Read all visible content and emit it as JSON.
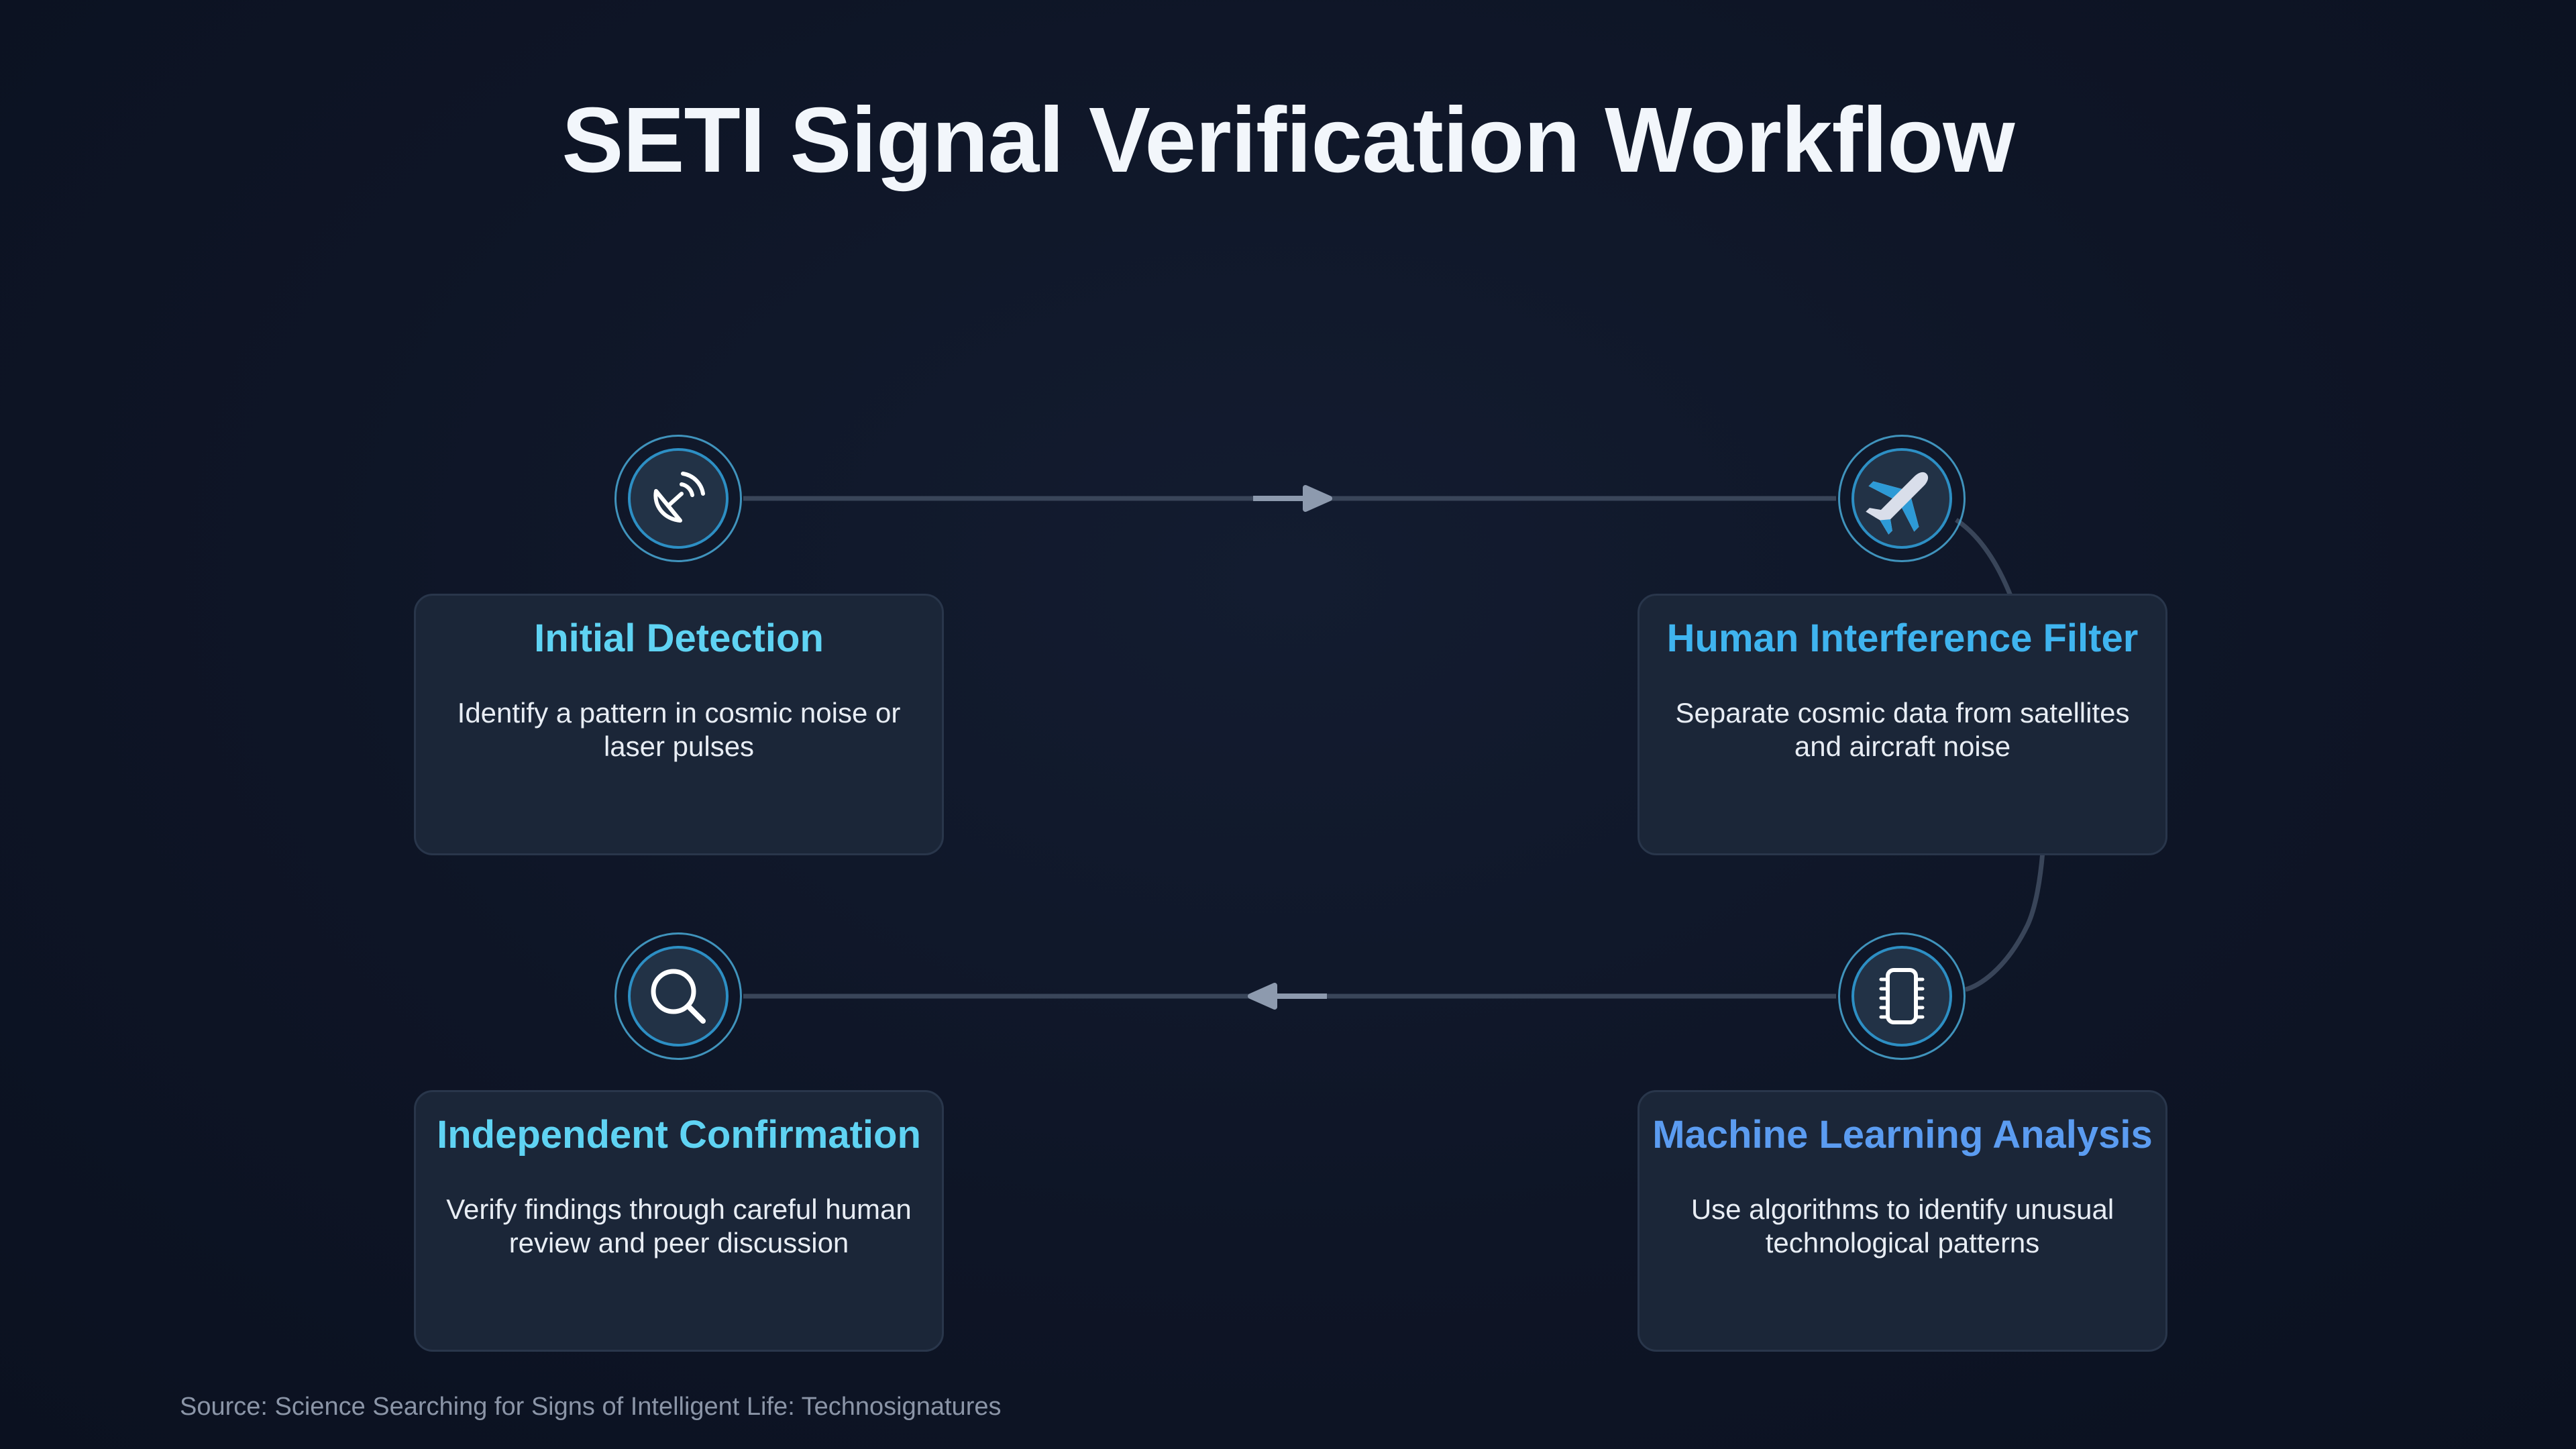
{
  "title": "SETI Signal Verification Workflow",
  "steps": [
    {
      "title": "Initial Detection",
      "description": "Identify a pattern in cosmic noise or laser pulses",
      "icon": "satellite-dish-icon",
      "color": "#5fd3f3"
    },
    {
      "title": "Human Interference Filter",
      "description": "Separate cosmic data from satellites and aircraft noise",
      "icon": "airplane-icon",
      "color": "#3fb4ef"
    },
    {
      "title": "Machine Learning Analysis",
      "description": "Use algorithms to identify unusual technological patterns",
      "icon": "chip-icon",
      "color": "#5b9cf1"
    },
    {
      "title": "Independent Confirmation",
      "description": "Verify findings through careful human review and peer discussion",
      "icon": "magnifier-icon",
      "color": "#5fd3f3"
    }
  ],
  "source": "Source: Science Searching for Signs of Intelligent Life: Technosignatures"
}
